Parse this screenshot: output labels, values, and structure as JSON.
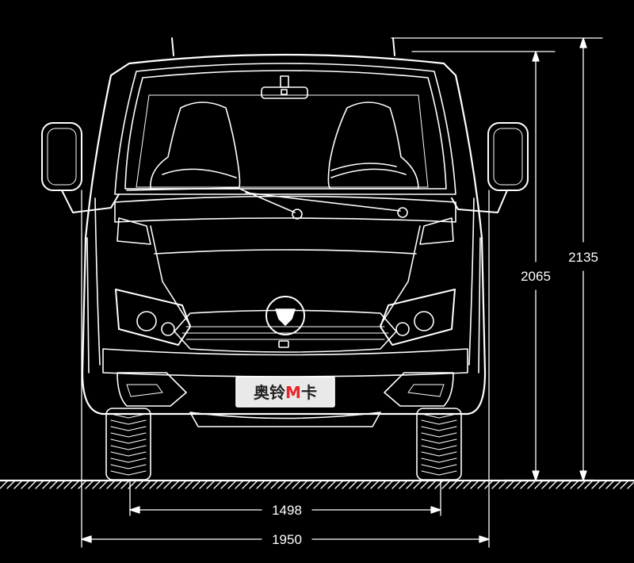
{
  "dimensions": {
    "track_width": "1498",
    "overall_width": "1950",
    "body_height": "2065",
    "overall_height": "2135"
  },
  "plate": {
    "brand_part1": "奥铃",
    "brand_m": "M",
    "brand_part2": "卡"
  },
  "colors": {
    "background": "#000000",
    "line": "#ffffff",
    "accent": "#e8262b",
    "plate_bg": "#e9e9e9"
  }
}
